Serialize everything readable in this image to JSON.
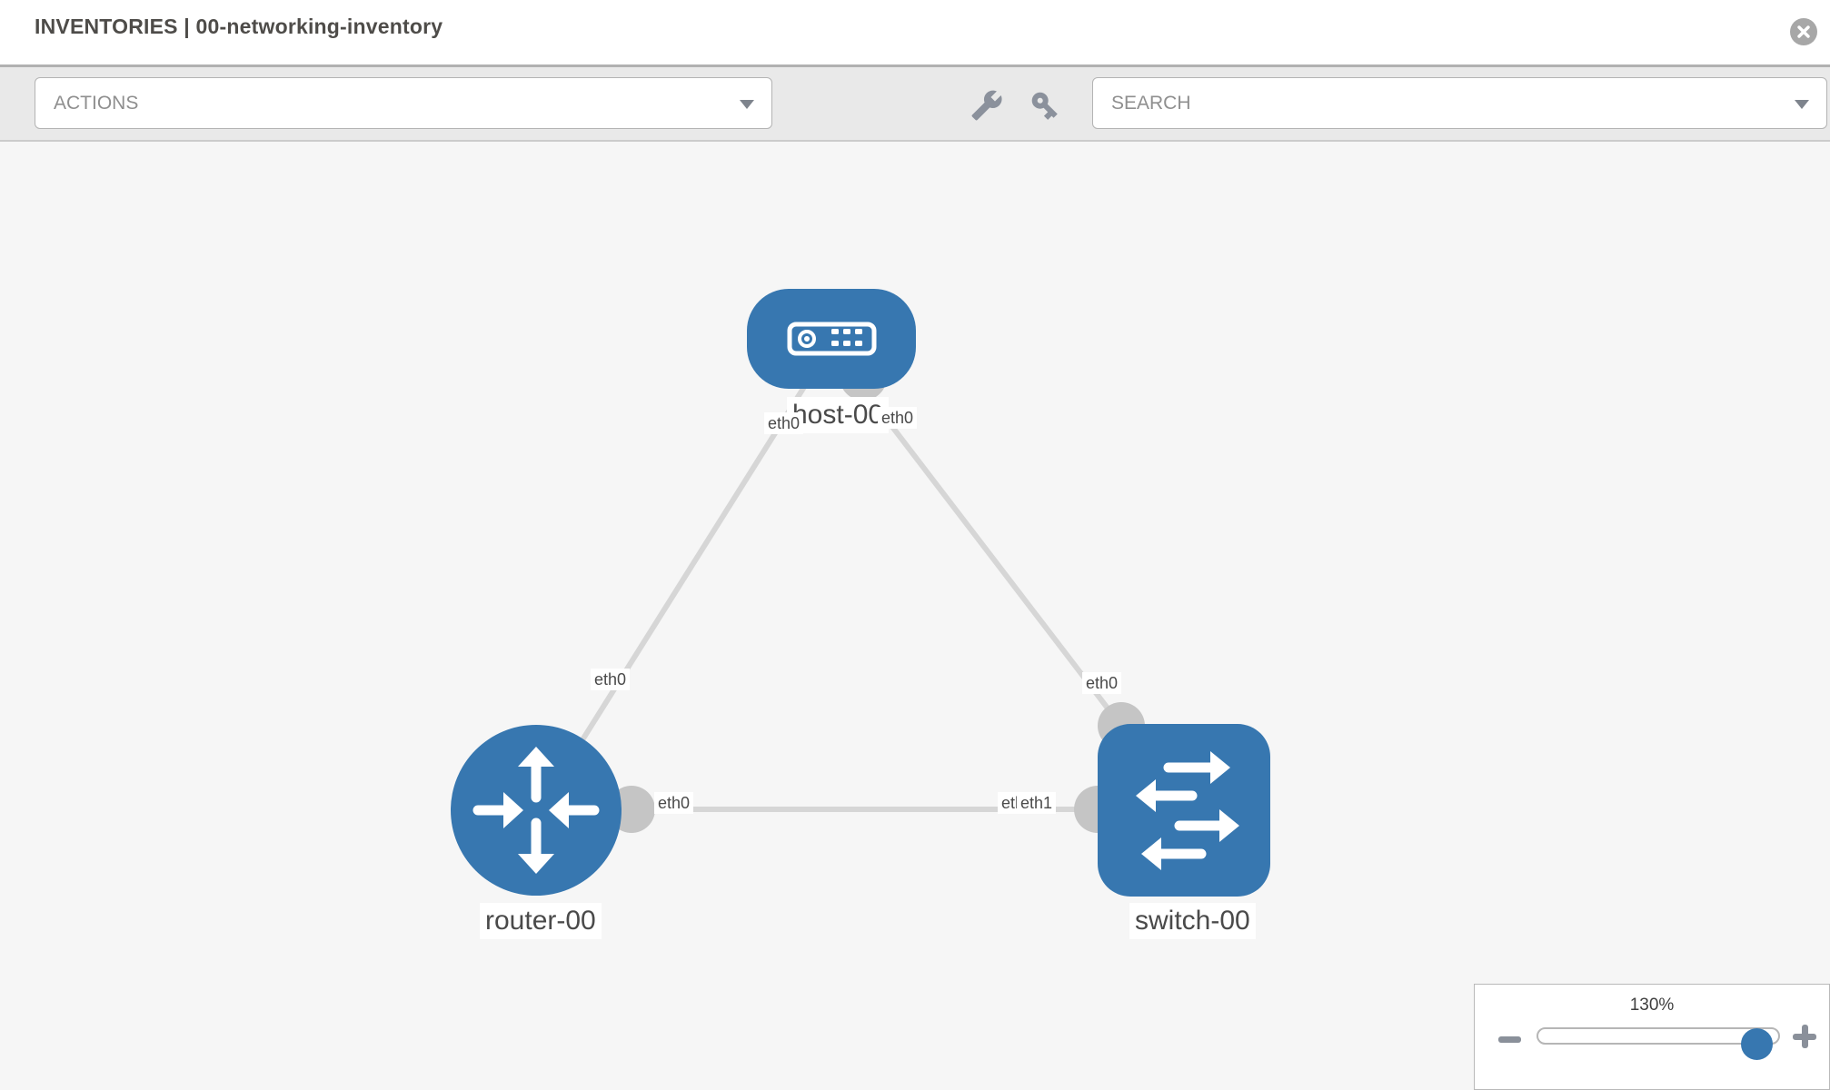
{
  "header": {
    "section": "INVENTORIES",
    "separator": "|",
    "item": "00-networking-inventory"
  },
  "toolbar": {
    "actions_label": "ACTIONS",
    "search_label": "SEARCH",
    "tool_icons": [
      "wrench",
      "key"
    ]
  },
  "topology": {
    "nodes": [
      {
        "id": "host-00",
        "type": "host",
        "label": "host-00"
      },
      {
        "id": "router-00",
        "type": "router",
        "label": "router-00"
      },
      {
        "id": "switch-00",
        "type": "switch",
        "label": "switch-00"
      }
    ],
    "links": [
      {
        "from": "host-00",
        "to": "router-00",
        "from_iface": "eth0",
        "to_iface": "eth0"
      },
      {
        "from": "host-00",
        "to": "switch-00",
        "from_iface": "eth0",
        "to_iface": "eth0"
      },
      {
        "from": "router-00",
        "to": "switch-00",
        "from_iface": "eth0",
        "to_iface": "eth1",
        "to_iface_underlay": "eth0"
      }
    ]
  },
  "zoom_control": {
    "value": "130%"
  },
  "colors": {
    "node_blue": "#3777b0",
    "edge_gray": "#d6d6d6",
    "connector_gray": "#c5c5c5",
    "toolbar_bg": "#e9e9e9",
    "canvas_bg": "#f6f6f6"
  }
}
